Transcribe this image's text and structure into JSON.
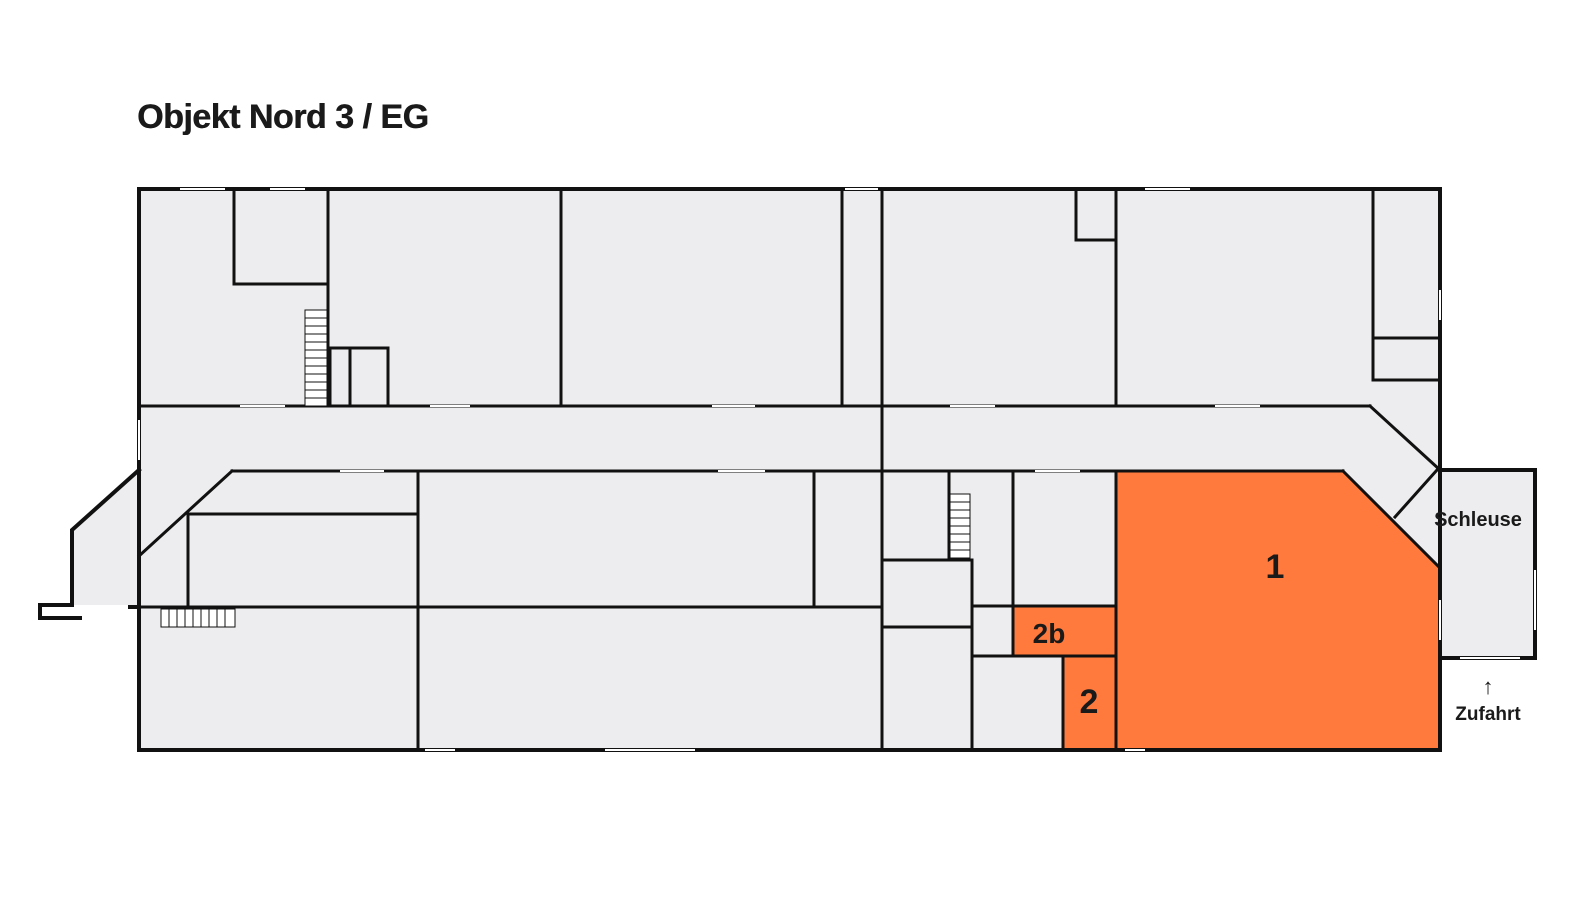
{
  "title": "Objekt Nord 3 / EG",
  "colors": {
    "room_fill": "#ededef",
    "wall": "#111111",
    "highlight": "#ff7a3c",
    "background": "#ffffff"
  },
  "units": [
    {
      "id": "1",
      "label": "1",
      "highlighted": true
    },
    {
      "id": "2",
      "label": "2",
      "highlighted": true
    },
    {
      "id": "2b",
      "label": "2b",
      "highlighted": true
    }
  ],
  "labels": {
    "schleuse": "Schleuse",
    "zufahrt": "Zufahrt",
    "arrow": "↑"
  }
}
